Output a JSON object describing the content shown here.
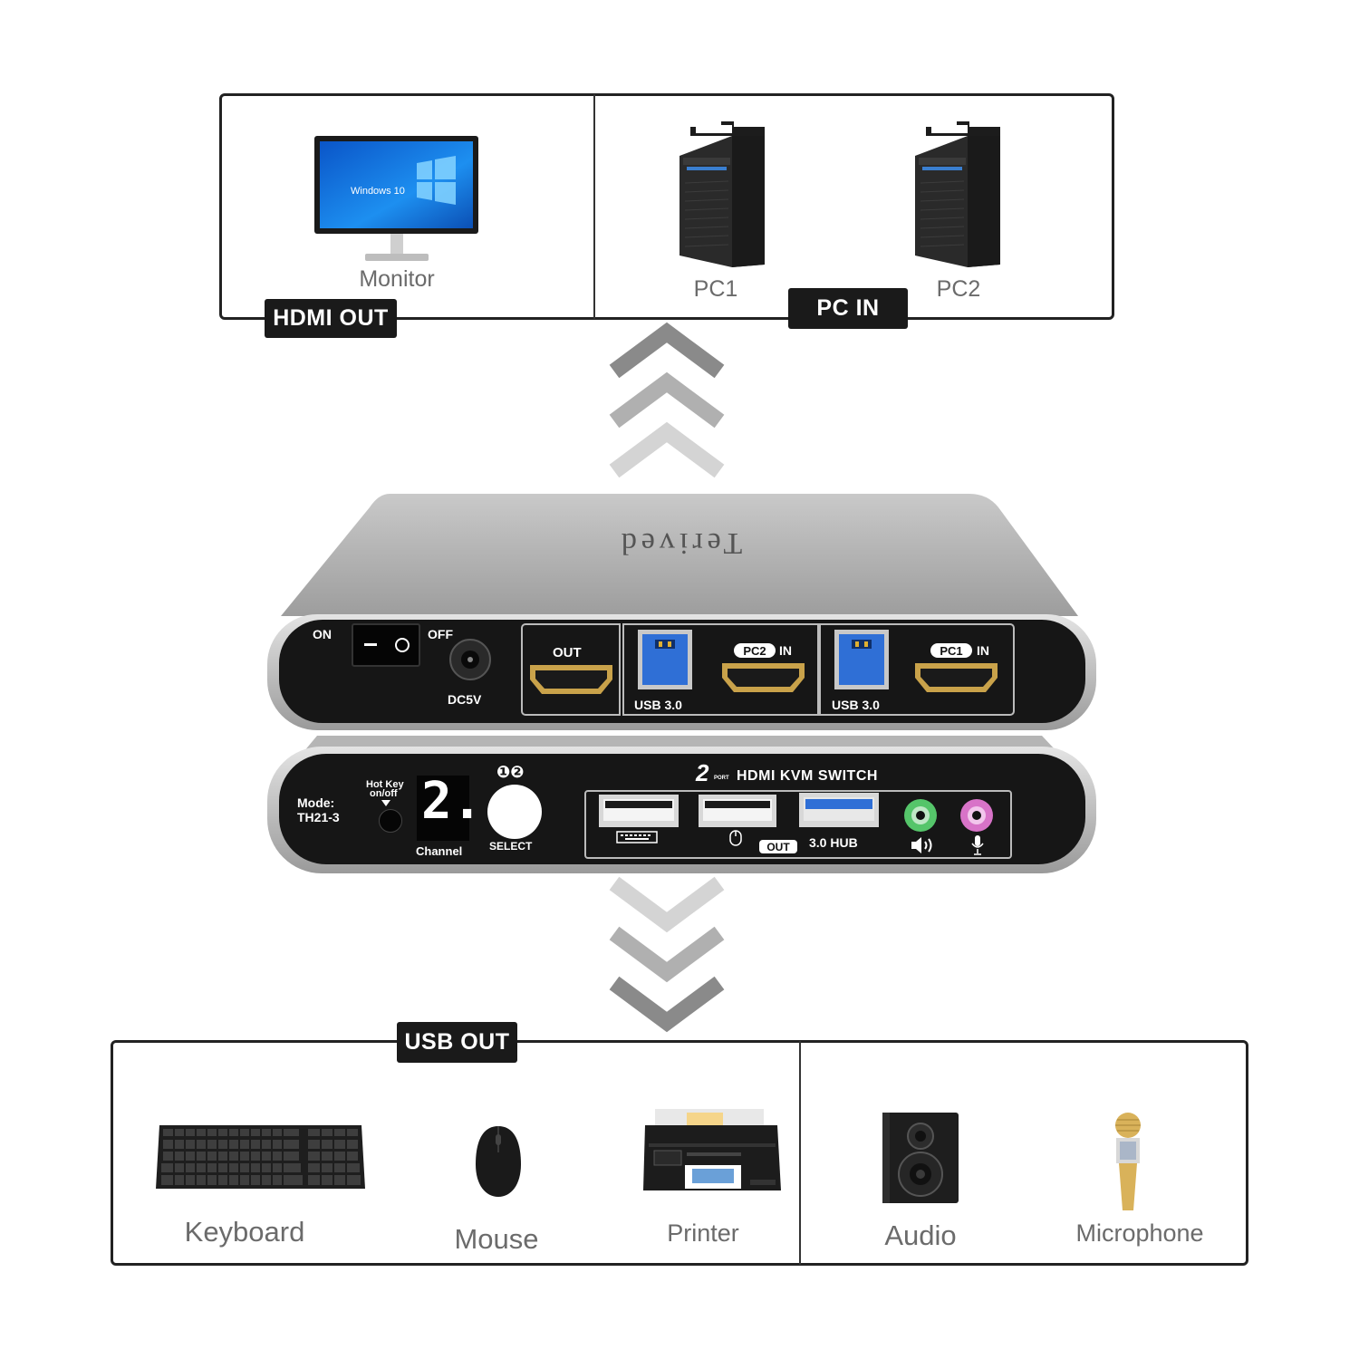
{
  "top": {
    "monitor": {
      "screen_text": "Windows 10",
      "label": "Monitor"
    },
    "pcs": [
      {
        "label": "PC1"
      },
      {
        "label": "PC2"
      }
    ],
    "hdmi_out_tag": "HDMI OUT",
    "pc_in_tag": "PC IN"
  },
  "device": {
    "brand": "Terived",
    "rear": {
      "on": "ON",
      "off": "OFF",
      "dc": "DC5V",
      "out": "OUT",
      "pc2": "PC2",
      "pc1": "PC1",
      "in": "IN",
      "usb": "USB 3.0"
    },
    "front": {
      "mode": "Mode:",
      "model": "TH21-3",
      "hotkey_1": "Hot Key",
      "hotkey_2": "on/off",
      "digit": "2.",
      "channel": "Channel",
      "select": "SELECT",
      "numbers": "❶❷",
      "title_num": "2",
      "title_port": "PORT",
      "title": "HDMI KVM SWITCH",
      "out": "OUT",
      "hub": "3.0 HUB"
    }
  },
  "bottom": {
    "usb_out_tag": "USB OUT",
    "devices": [
      {
        "label": "Keyboard"
      },
      {
        "label": "Mouse"
      },
      {
        "label": "Printer"
      },
      {
        "label": "Audio"
      },
      {
        "label": "Microphone"
      }
    ]
  },
  "colors": {
    "frame": "#222222",
    "tag": "#1a1a1a",
    "label": "#6b6b6b",
    "usb_blue": "#2f6fd6",
    "hdmi_gold": "#c9a24a",
    "audio_green": "#55c56a",
    "mic_pink": "#d873c8"
  }
}
